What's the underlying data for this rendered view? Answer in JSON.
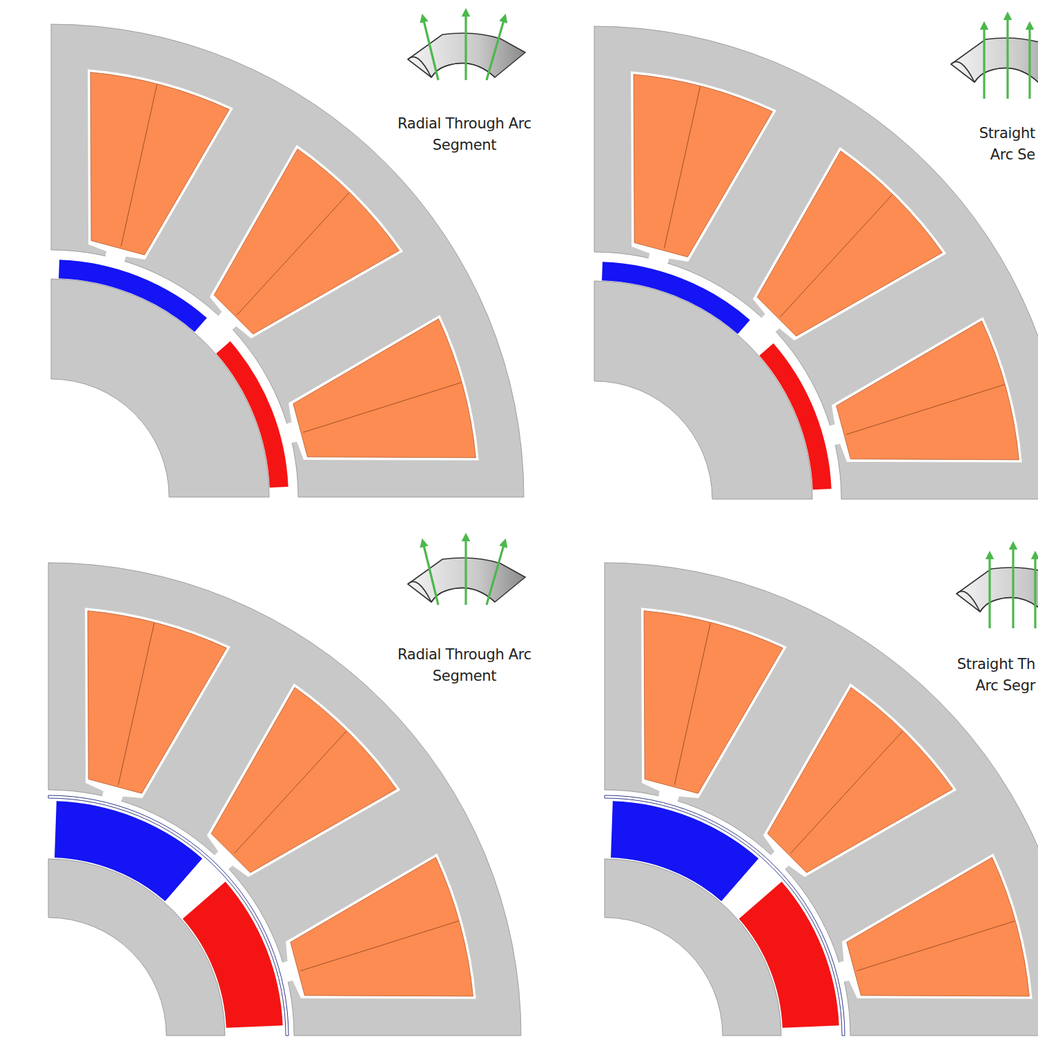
{
  "diagram": {
    "labels": [
      "Radial Through Arc Segment",
      "Straight Arc Se",
      "Radial Through Arc Segment",
      "Straight Th Arc Segr"
    ]
  }
}
